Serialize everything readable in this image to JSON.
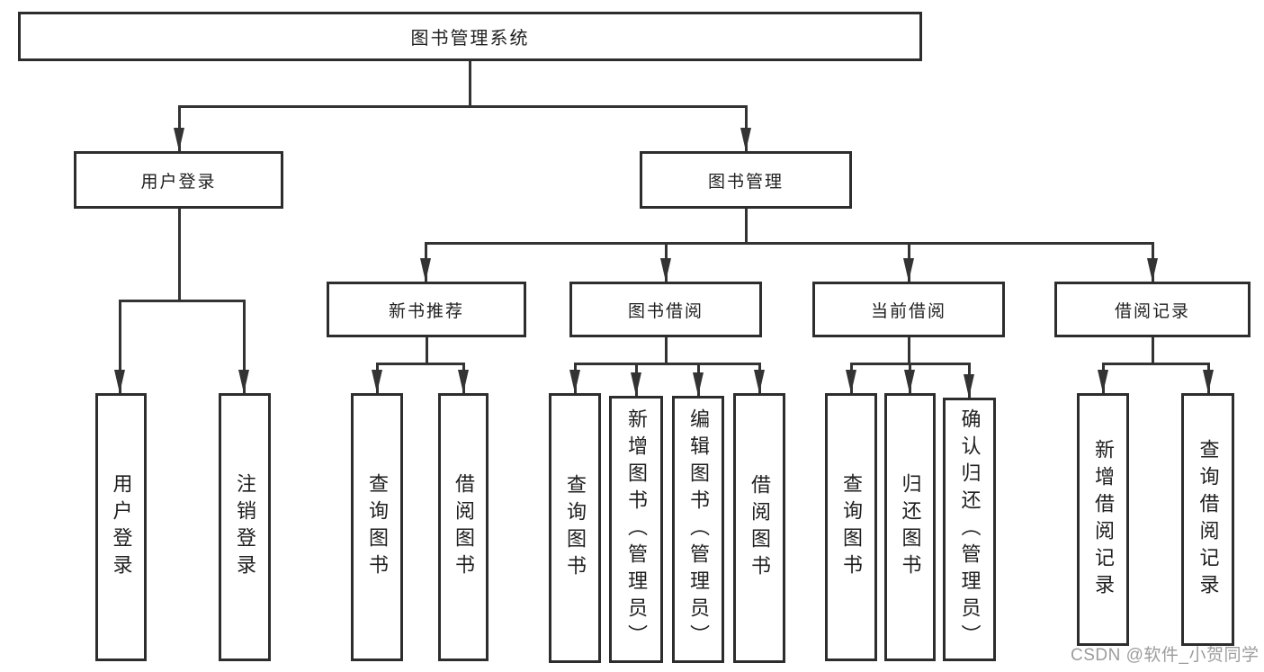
{
  "tree": {
    "label": "图书管理系统",
    "children": [
      {
        "label": "用户登录",
        "children": [
          {
            "label": "用户登录"
          },
          {
            "label": "注销登录"
          }
        ]
      },
      {
        "label": "图书管理",
        "children": [
          {
            "label": "新书推荐",
            "children": [
              {
                "label": "查询图书"
              },
              {
                "label": "借阅图书"
              }
            ]
          },
          {
            "label": "图书借阅",
            "children": [
              {
                "label": "查询图书"
              },
              {
                "label": "新增图书（管理员）"
              },
              {
                "label": "编辑图书（管理员）"
              },
              {
                "label": "借阅图书"
              }
            ]
          },
          {
            "label": "当前借阅",
            "children": [
              {
                "label": "查询图书"
              },
              {
                "label": "归还图书"
              },
              {
                "label": "确认归还（管理员）"
              }
            ]
          },
          {
            "label": "借阅记录",
            "children": [
              {
                "label": "新增借阅记录"
              },
              {
                "label": "查询借阅记录"
              }
            ]
          }
        ]
      }
    ]
  },
  "watermark": {
    "text": "CSDN @软件_小贺同学"
  },
  "colors": {
    "line": "#333333",
    "box_border": "#2d2d2d",
    "text": "#1f1f1f",
    "watermark": "#9c9c9c",
    "background": "#ffffff"
  }
}
